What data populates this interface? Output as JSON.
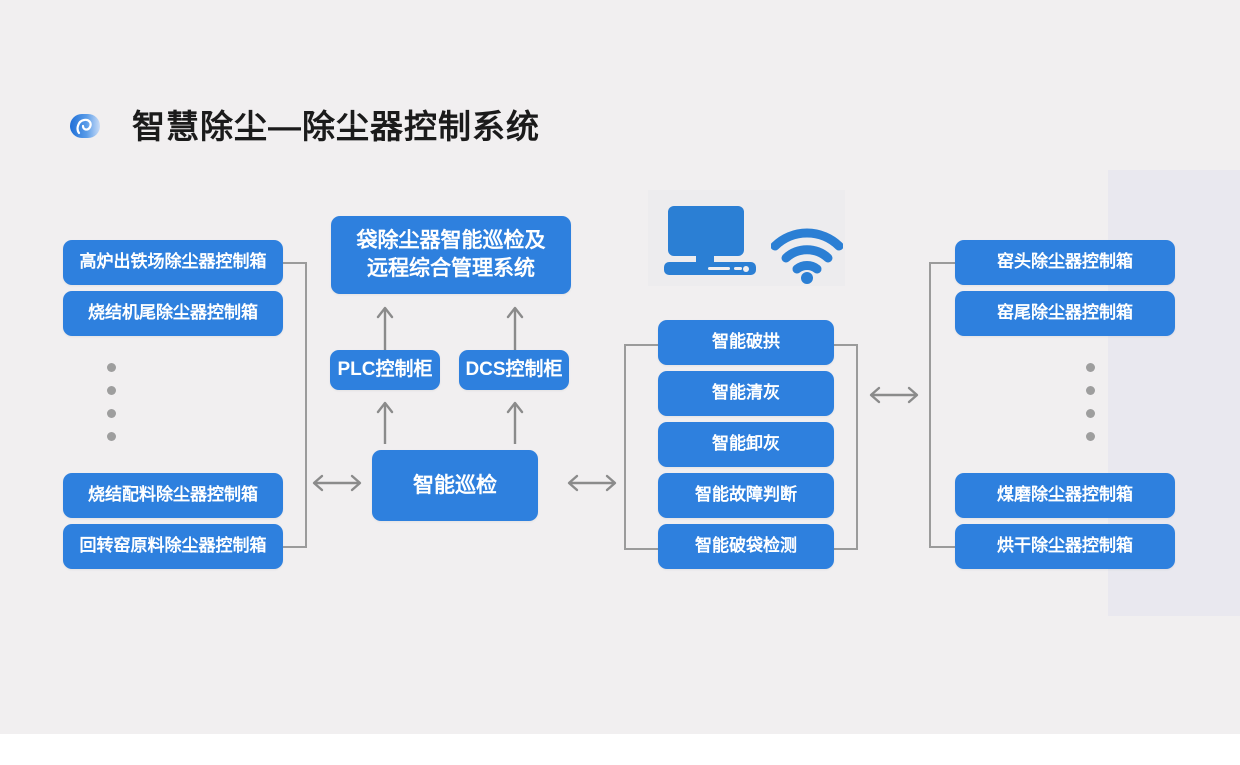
{
  "header": {
    "title": "智慧除尘—除尘器控制系统",
    "logo_icon": "swirl-logo-icon"
  },
  "colors": {
    "node_blue": "#2e80de",
    "background": "#f1eff0",
    "panel_lavender": "#e9e8ef",
    "connector_gray": "#9b9b9b",
    "icon_blue": "#2b7fd4"
  },
  "left_column": {
    "items": [
      {
        "label": "高炉出铁场除尘器控制箱"
      },
      {
        "label": "烧结机尾除尘器控制箱"
      },
      {
        "label": "烧结配料除尘器控制箱"
      },
      {
        "label": "回转窑原料除尘器控制箱"
      }
    ],
    "ellipsis_dots": 4
  },
  "center_column": {
    "system_box": {
      "line1": "袋除尘器智能巡检及",
      "line2": "远程综合管理系统"
    },
    "plc_box": "PLC控制柜",
    "dcs_box": "DCS控制柜",
    "inspection_box": "智能巡检"
  },
  "function_column": {
    "items": [
      {
        "label": "智能破拱"
      },
      {
        "label": "智能清灰"
      },
      {
        "label": "智能卸灰"
      },
      {
        "label": "智能故障判断"
      },
      {
        "label": "智能破袋检测"
      }
    ]
  },
  "right_column": {
    "items": [
      {
        "label": "窑头除尘器控制箱"
      },
      {
        "label": "窑尾除尘器控制箱"
      },
      {
        "label": "煤磨除尘器控制箱"
      },
      {
        "label": "烘干除尘器控制箱"
      }
    ],
    "ellipsis_dots": 4
  },
  "icons": {
    "computer": "desktop-computer-icon",
    "wifi": "wifi-signal-icon"
  },
  "arrows": {
    "up_left_to_system": "arrow-up",
    "up_right_to_system": "arrow-up",
    "up_left_to_plc": "arrow-up",
    "up_right_to_dcs": "arrow-up",
    "left_bidirectional": "arrow-left-right",
    "center_bidirectional": "arrow-left-right",
    "right_bidirectional": "arrow-left-right"
  }
}
